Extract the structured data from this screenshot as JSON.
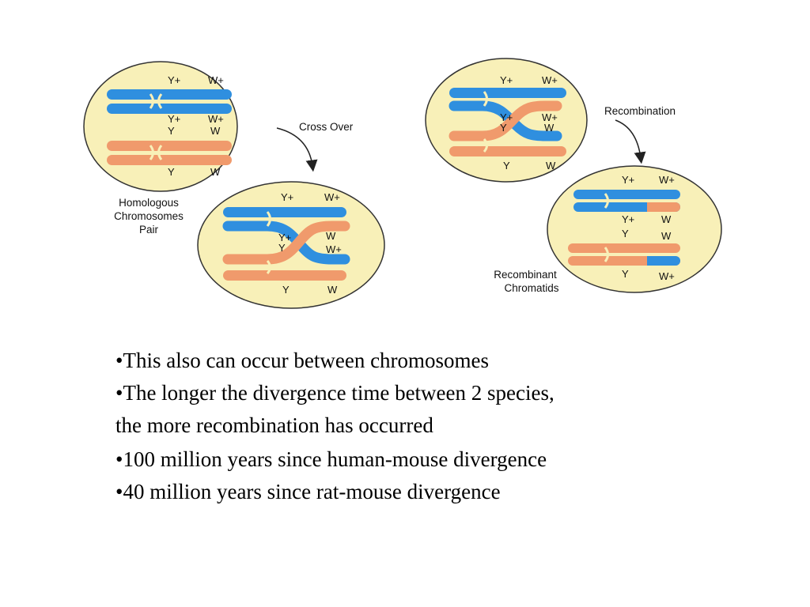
{
  "labels": {
    "cross_over": "Cross Over",
    "recombination": "Recombination",
    "homologous_line1": "Homologous",
    "homologous_line2": "Chromosomes",
    "homologous_line3": "Pair",
    "recombinant_line1": "Recombinant",
    "recombinant_line2": "Chromatids"
  },
  "genes": {
    "y_plus": "Y+",
    "w_plus": "W+",
    "y": "Y",
    "w": "W"
  },
  "colors": {
    "blue_chromosome": "#2f8fdf",
    "orange_chromosome": "#f09a6c",
    "cell_fill": "#f8f0b8"
  },
  "bullets": [
    "•This also can occur between chromosomes",
    "•The longer the divergence time between 2 species,",
    "the more recombination has occurred",
    "•100 million years since human-mouse divergence",
    "•40 million years since rat-mouse divergence"
  ]
}
